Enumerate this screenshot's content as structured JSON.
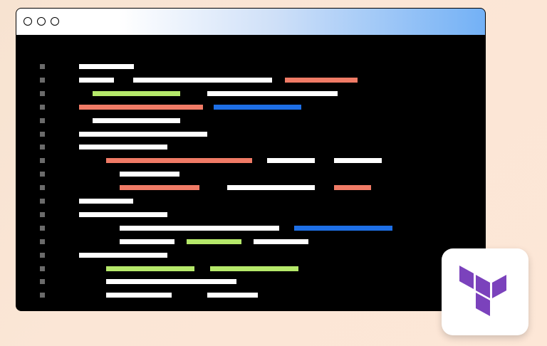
{
  "colors": {
    "background": "#fbe6d6",
    "editor_background": "#000000",
    "gutter_mark": "#6b6b6b",
    "white_token": "#ffffff",
    "orange_token": "#f07b66",
    "green_token": "#b5e86a",
    "blue_token": "#1e6fe6",
    "terraform_purple": "#7b42bc"
  },
  "icons": {
    "window_controls": [
      "window-control-dot",
      "window-control-dot",
      "window-control-dot"
    ],
    "logo": "terraform-logo-icon"
  }
}
